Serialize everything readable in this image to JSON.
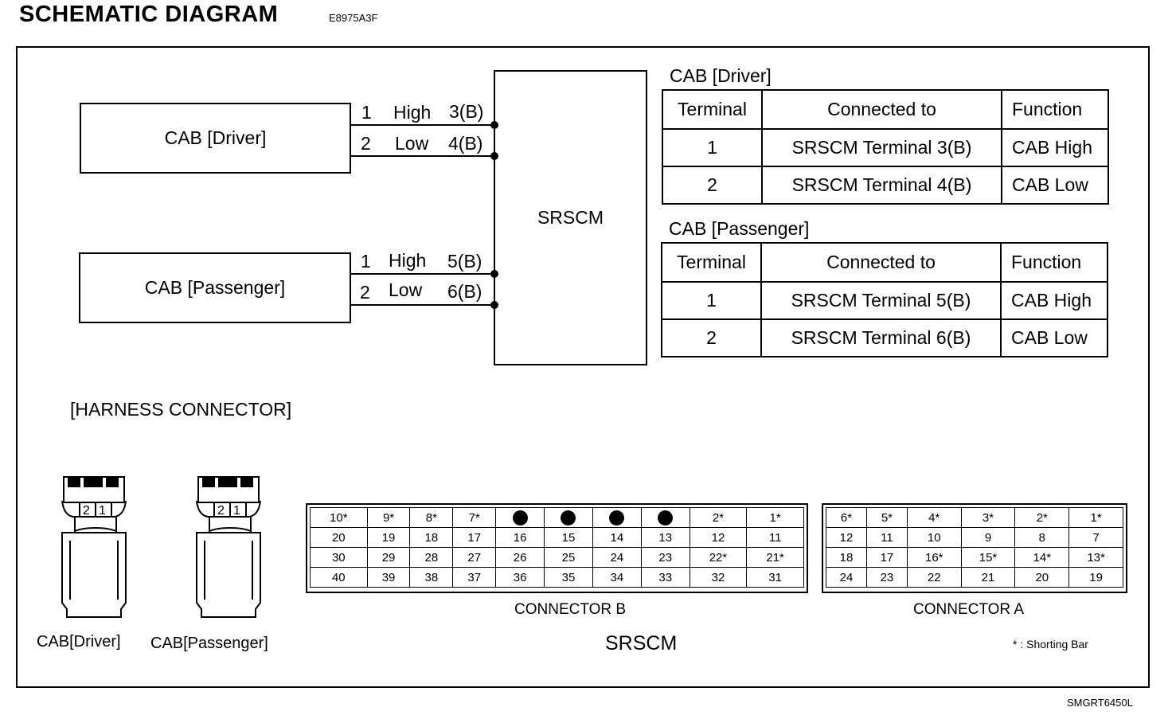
{
  "header": {
    "title": "SCHEMATIC DIAGRAM",
    "doc_code": "E8975A3F",
    "figure_code": "SMGRT6450L"
  },
  "schematic": {
    "module": "SRSCM",
    "driver": {
      "label": "CAB [Driver]",
      "wires": [
        {
          "pin": "1",
          "signal": "High",
          "term": "3(B)"
        },
        {
          "pin": "2",
          "signal": "Low",
          "term": "4(B)"
        }
      ]
    },
    "passenger": {
      "label": "CAB [Passenger]",
      "wires": [
        {
          "pin": "1",
          "signal": "High",
          "term": "5(B)"
        },
        {
          "pin": "2",
          "signal": "Low",
          "term": "6(B)"
        }
      ]
    }
  },
  "tables": {
    "driver": {
      "title": "CAB [Driver]",
      "headers": [
        "Terminal",
        "Connected to",
        "Function"
      ],
      "rows": [
        [
          "1",
          "SRSCM Terminal 3(B)",
          "CAB High"
        ],
        [
          "2",
          "SRSCM Terminal 4(B)",
          "CAB Low"
        ]
      ]
    },
    "passenger": {
      "title": "CAB [Passenger]",
      "headers": [
        "Terminal",
        "Connected to",
        "Function"
      ],
      "rows": [
        [
          "1",
          "SRSCM Terminal 5(B)",
          "CAB High"
        ],
        [
          "2",
          "SRSCM Terminal 6(B)",
          "CAB Low"
        ]
      ]
    }
  },
  "harness": {
    "title": "[HARNESS CONNECTOR]",
    "plug_pins": [
      "2",
      "1"
    ],
    "cab_driver_label": "CAB[Driver]",
    "cab_passenger_label": "CAB[Passenger]",
    "srscm_label": "SRSCM",
    "connector_b": {
      "label": "CONNECTOR B",
      "rows": [
        [
          "10*",
          "9*",
          "8*",
          "7*",
          "●",
          "●",
          "●",
          "●",
          "2*",
          "1*"
        ],
        [
          "20",
          "19",
          "18",
          "17",
          "16",
          "15",
          "14",
          "13",
          "12",
          "11"
        ],
        [
          "30",
          "29",
          "28",
          "27",
          "26",
          "25",
          "24",
          "23",
          "22*",
          "21*"
        ],
        [
          "40",
          "39",
          "38",
          "37",
          "36",
          "35",
          "34",
          "33",
          "32",
          "31"
        ]
      ]
    },
    "connector_a": {
      "label": "CONNECTOR A",
      "rows": [
        [
          "6*",
          "5*",
          "4*",
          "3*",
          "2*",
          "1*"
        ],
        [
          "12",
          "11",
          "10",
          "9",
          "8",
          "7"
        ],
        [
          "18",
          "17",
          "16*",
          "15*",
          "14*",
          "13*"
        ],
        [
          "24",
          "23",
          "22",
          "21",
          "20",
          "19"
        ]
      ]
    },
    "note": "* : Shorting Bar"
  }
}
